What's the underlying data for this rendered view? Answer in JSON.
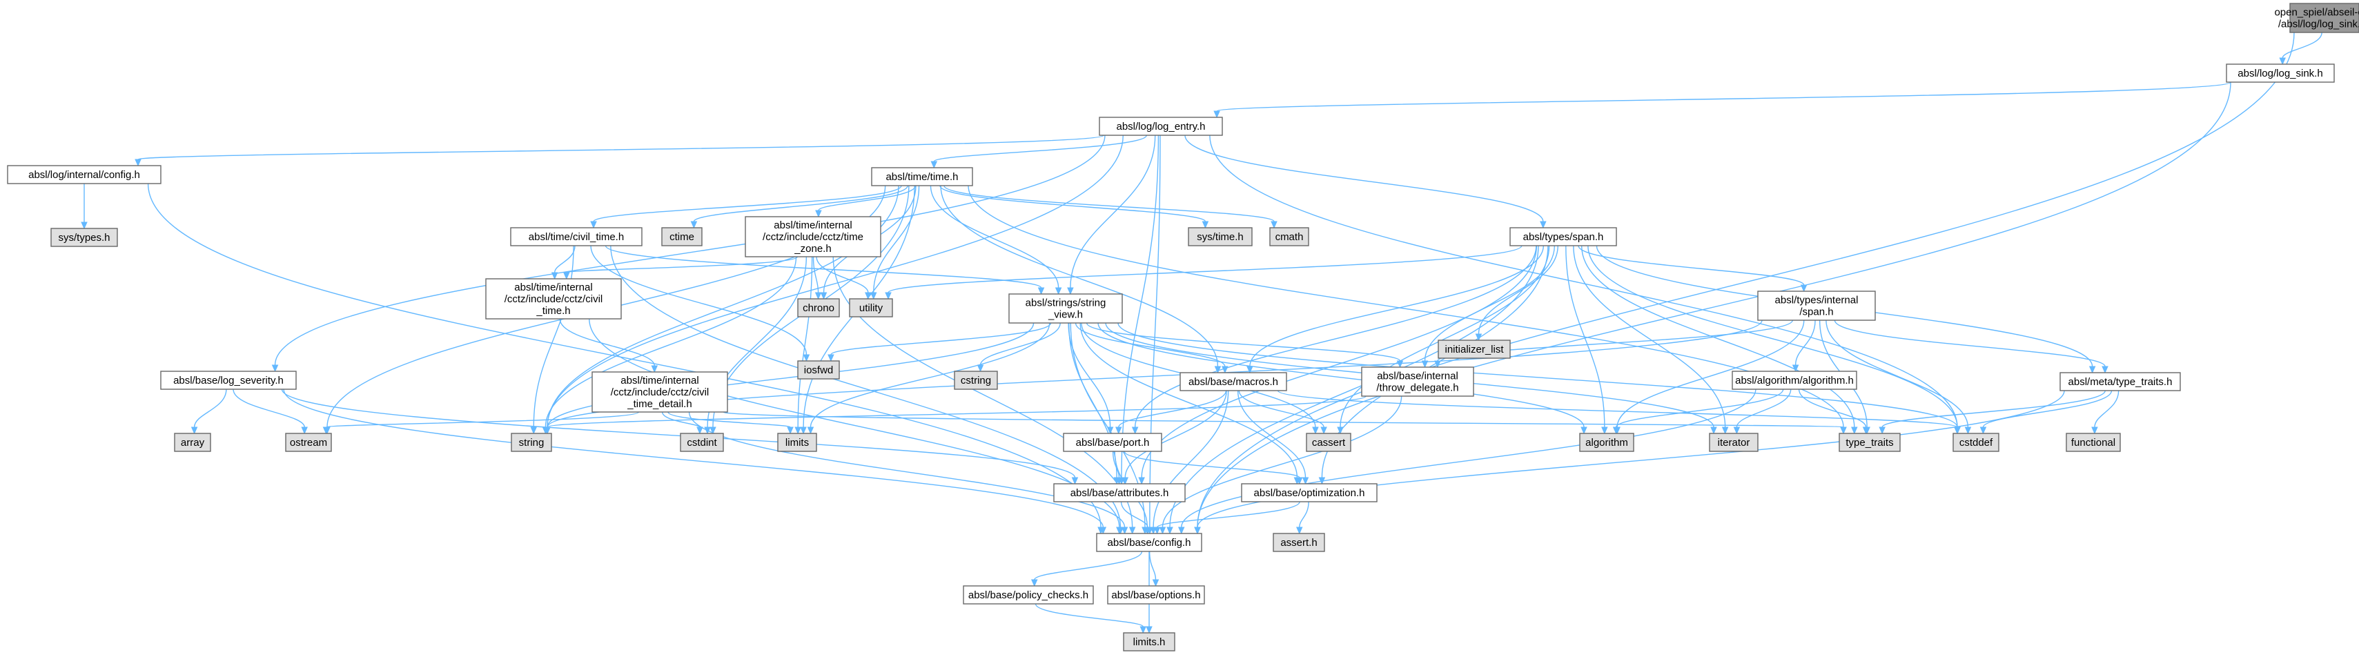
{
  "colors": {
    "edge": "#63b8ff",
    "root_fill": "#999999",
    "internal_fill": "#ffffff",
    "external_fill": "#e0e0e0",
    "border": "#666666"
  },
  "nodes": [
    {
      "id": "root",
      "lines": [
        "open_spiel/abseil-cpp",
        "/absl/log/log_sink.cc"
      ],
      "kind": "root"
    },
    {
      "id": "log_sink_h",
      "lines": [
        "absl/log/log_sink.h"
      ],
      "kind": "internal"
    },
    {
      "id": "log_entry_h",
      "lines": [
        "absl/log/log_entry.h"
      ],
      "kind": "internal"
    },
    {
      "id": "log_config_h",
      "lines": [
        "absl/log/internal/config.h"
      ],
      "kind": "internal"
    },
    {
      "id": "sys_types_h",
      "lines": [
        "sys/types.h"
      ],
      "kind": "external"
    },
    {
      "id": "time_h",
      "lines": [
        "absl/time/time.h"
      ],
      "kind": "internal"
    },
    {
      "id": "civil_time_h",
      "lines": [
        "absl/time/civil_time.h"
      ],
      "kind": "internal"
    },
    {
      "id": "ctime",
      "lines": [
        "ctime"
      ],
      "kind": "external"
    },
    {
      "id": "time_zone_h",
      "lines": [
        "absl/time/internal",
        "/cctz/include/cctz/time",
        "_zone.h"
      ],
      "kind": "internal"
    },
    {
      "id": "sys_time_h",
      "lines": [
        "sys/time.h"
      ],
      "kind": "external"
    },
    {
      "id": "cmath",
      "lines": [
        "cmath"
      ],
      "kind": "external"
    },
    {
      "id": "span_h",
      "lines": [
        "absl/types/span.h"
      ],
      "kind": "internal"
    },
    {
      "id": "cctz_civil_time_h",
      "lines": [
        "absl/time/internal",
        "/cctz/include/cctz/civil",
        "_time.h"
      ],
      "kind": "internal"
    },
    {
      "id": "chrono",
      "lines": [
        "chrono"
      ],
      "kind": "external"
    },
    {
      "id": "utility",
      "lines": [
        "utility"
      ],
      "kind": "external"
    },
    {
      "id": "string_view_h",
      "lines": [
        "absl/strings/string",
        "_view.h"
      ],
      "kind": "internal"
    },
    {
      "id": "initializer_list",
      "lines": [
        "initializer_list"
      ],
      "kind": "external"
    },
    {
      "id": "internal_span_h",
      "lines": [
        "absl/types/internal",
        "/span.h"
      ],
      "kind": "internal"
    },
    {
      "id": "log_severity_h",
      "lines": [
        "absl/base/log_severity.h"
      ],
      "kind": "internal"
    },
    {
      "id": "civil_time_detail_h",
      "lines": [
        "absl/time/internal",
        "/cctz/include/cctz/civil",
        "_time_detail.h"
      ],
      "kind": "internal"
    },
    {
      "id": "iosfwd",
      "lines": [
        "iosfwd"
      ],
      "kind": "external"
    },
    {
      "id": "cstring",
      "lines": [
        "cstring"
      ],
      "kind": "external"
    },
    {
      "id": "macros_h",
      "lines": [
        "absl/base/macros.h"
      ],
      "kind": "internal"
    },
    {
      "id": "throw_delegate_h",
      "lines": [
        "absl/base/internal",
        "/throw_delegate.h"
      ],
      "kind": "internal"
    },
    {
      "id": "algorithm_h",
      "lines": [
        "absl/algorithm/algorithm.h"
      ],
      "kind": "internal"
    },
    {
      "id": "type_traits_h",
      "lines": [
        "absl/meta/type_traits.h"
      ],
      "kind": "internal"
    },
    {
      "id": "array",
      "lines": [
        "array"
      ],
      "kind": "external"
    },
    {
      "id": "ostream",
      "lines": [
        "ostream"
      ],
      "kind": "external"
    },
    {
      "id": "string",
      "lines": [
        "string"
      ],
      "kind": "external"
    },
    {
      "id": "cstdint",
      "lines": [
        "cstdint"
      ],
      "kind": "external"
    },
    {
      "id": "limits",
      "lines": [
        "limits"
      ],
      "kind": "external"
    },
    {
      "id": "port_h",
      "lines": [
        "absl/base/port.h"
      ],
      "kind": "internal"
    },
    {
      "id": "cassert",
      "lines": [
        "cassert"
      ],
      "kind": "external"
    },
    {
      "id": "algorithm",
      "lines": [
        "algorithm"
      ],
      "kind": "external"
    },
    {
      "id": "iterator",
      "lines": [
        "iterator"
      ],
      "kind": "external"
    },
    {
      "id": "type_traits",
      "lines": [
        "type_traits"
      ],
      "kind": "external"
    },
    {
      "id": "cstddef",
      "lines": [
        "cstddef"
      ],
      "kind": "external"
    },
    {
      "id": "functional",
      "lines": [
        "functional"
      ],
      "kind": "external"
    },
    {
      "id": "attributes_h",
      "lines": [
        "absl/base/attributes.h"
      ],
      "kind": "internal"
    },
    {
      "id": "optimization_h",
      "lines": [
        "absl/base/optimization.h"
      ],
      "kind": "internal"
    },
    {
      "id": "config_h",
      "lines": [
        "absl/base/config.h"
      ],
      "kind": "internal"
    },
    {
      "id": "assert_h",
      "lines": [
        "assert.h"
      ],
      "kind": "external"
    },
    {
      "id": "policy_checks_h",
      "lines": [
        "absl/base/policy_checks.h"
      ],
      "kind": "internal"
    },
    {
      "id": "options_h",
      "lines": [
        "absl/base/options.h"
      ],
      "kind": "internal"
    },
    {
      "id": "limits_h",
      "lines": [
        "limits.h"
      ],
      "kind": "external"
    }
  ],
  "edges": [
    [
      "root",
      "log_sink_h"
    ],
    [
      "root",
      "config_h"
    ],
    [
      "log_sink_h",
      "log_entry_h"
    ],
    [
      "log_sink_h",
      "config_h"
    ],
    [
      "log_entry_h",
      "log_config_h"
    ],
    [
      "log_entry_h",
      "time_h"
    ],
    [
      "log_entry_h",
      "span_h"
    ],
    [
      "log_entry_h",
      "string_view_h"
    ],
    [
      "log_entry_h",
      "log_severity_h"
    ],
    [
      "log_entry_h",
      "string"
    ],
    [
      "log_entry_h",
      "attributes_h"
    ],
    [
      "log_entry_h",
      "config_h"
    ],
    [
      "log_entry_h",
      "cstddef"
    ],
    [
      "log_config_h",
      "sys_types_h"
    ],
    [
      "log_config_h",
      "config_h"
    ],
    [
      "time_h",
      "civil_time_h"
    ],
    [
      "time_h",
      "ctime"
    ],
    [
      "time_h",
      "time_zone_h"
    ],
    [
      "time_h",
      "sys_time_h"
    ],
    [
      "time_h",
      "cmath"
    ],
    [
      "time_h",
      "chrono"
    ],
    [
      "time_h",
      "utility"
    ],
    [
      "time_h",
      "string_view_h"
    ],
    [
      "time_h",
      "macros_h"
    ],
    [
      "time_h",
      "ostream"
    ],
    [
      "time_h",
      "string"
    ],
    [
      "time_h",
      "cstdint"
    ],
    [
      "time_h",
      "limits"
    ],
    [
      "time_h",
      "type_traits"
    ],
    [
      "civil_time_h",
      "cctz_civil_time_h"
    ],
    [
      "civil_time_h",
      "string_view_h"
    ],
    [
      "civil_time_h",
      "iosfwd"
    ],
    [
      "civil_time_h",
      "string"
    ],
    [
      "civil_time_h",
      "config_h"
    ],
    [
      "time_zone_h",
      "cctz_civil_time_h"
    ],
    [
      "time_zone_h",
      "chrono"
    ],
    [
      "time_zone_h",
      "utility"
    ],
    [
      "time_zone_h",
      "string"
    ],
    [
      "time_zone_h",
      "cstdint"
    ],
    [
      "time_zone_h",
      "limits"
    ],
    [
      "time_zone_h",
      "config_h"
    ],
    [
      "cctz_civil_time_h",
      "civil_time_detail_h"
    ],
    [
      "cctz_civil_time_h",
      "config_h"
    ],
    [
      "civil_time_detail_h",
      "ostream"
    ],
    [
      "civil_time_detail_h",
      "cstdint"
    ],
    [
      "civil_time_detail_h",
      "limits"
    ],
    [
      "civil_time_detail_h",
      "type_traits"
    ],
    [
      "civil_time_detail_h",
      "config_h"
    ],
    [
      "span_h",
      "utility"
    ],
    [
      "span_h",
      "initializer_list"
    ],
    [
      "span_h",
      "internal_span_h"
    ],
    [
      "span_h",
      "macros_h"
    ],
    [
      "span_h",
      "throw_delegate_h"
    ],
    [
      "span_h",
      "type_traits_h"
    ],
    [
      "span_h",
      "port_h"
    ],
    [
      "span_h",
      "attributes_h"
    ],
    [
      "span_h",
      "optimization_h"
    ],
    [
      "span_h",
      "config_h"
    ],
    [
      "span_h",
      "cassert"
    ],
    [
      "span_h",
      "algorithm"
    ],
    [
      "span_h",
      "iterator"
    ],
    [
      "span_h",
      "type_traits"
    ],
    [
      "span_h",
      "cstddef"
    ],
    [
      "string_view_h",
      "iosfwd"
    ],
    [
      "string_view_h",
      "cstring"
    ],
    [
      "string_view_h",
      "macros_h"
    ],
    [
      "string_view_h",
      "throw_delegate_h"
    ],
    [
      "string_view_h",
      "port_h"
    ],
    [
      "string_view_h",
      "attributes_h"
    ],
    [
      "string_view_h",
      "optimization_h"
    ],
    [
      "string_view_h",
      "config_h"
    ],
    [
      "string_view_h",
      "string"
    ],
    [
      "string_view_h",
      "limits"
    ],
    [
      "string_view_h",
      "cassert"
    ],
    [
      "string_view_h",
      "algorithm"
    ],
    [
      "string_view_h",
      "iterator"
    ],
    [
      "string_view_h",
      "cstddef"
    ],
    [
      "internal_span_h",
      "algorithm_h"
    ],
    [
      "internal_span_h",
      "throw_delegate_h"
    ],
    [
      "internal_span_h",
      "type_traits_h"
    ],
    [
      "internal_span_h",
      "string"
    ],
    [
      "internal_span_h",
      "algorithm"
    ],
    [
      "internal_span_h",
      "type_traits"
    ],
    [
      "internal_span_h",
      "cstddef"
    ],
    [
      "algorithm_h",
      "algorithm"
    ],
    [
      "algorithm_h",
      "iterator"
    ],
    [
      "algorithm_h",
      "type_traits"
    ],
    [
      "algorithm_h",
      "config_h"
    ],
    [
      "type_traits_h",
      "type_traits"
    ],
    [
      "type_traits_h",
      "cstddef"
    ],
    [
      "type_traits_h",
      "functional"
    ],
    [
      "type_traits_h",
      "config_h"
    ],
    [
      "log_severity_h",
      "array"
    ],
    [
      "log_severity_h",
      "ostream"
    ],
    [
      "log_severity_h",
      "attributes_h"
    ],
    [
      "log_severity_h",
      "config_h"
    ],
    [
      "macros_h",
      "port_h"
    ],
    [
      "macros_h",
      "attributes_h"
    ],
    [
      "macros_h",
      "optimization_h"
    ],
    [
      "macros_h",
      "config_h"
    ],
    [
      "macros_h",
      "cassert"
    ],
    [
      "macros_h",
      "cstddef"
    ],
    [
      "throw_delegate_h",
      "string"
    ],
    [
      "throw_delegate_h",
      "config_h"
    ],
    [
      "port_h",
      "attributes_h"
    ],
    [
      "port_h",
      "optimization_h"
    ],
    [
      "port_h",
      "config_h"
    ],
    [
      "attributes_h",
      "config_h"
    ],
    [
      "optimization_h",
      "config_h"
    ],
    [
      "optimization_h",
      "assert_h"
    ],
    [
      "config_h",
      "policy_checks_h"
    ],
    [
      "config_h",
      "options_h"
    ],
    [
      "config_h",
      "limits_h"
    ],
    [
      "policy_checks_h",
      "limits_h"
    ]
  ]
}
